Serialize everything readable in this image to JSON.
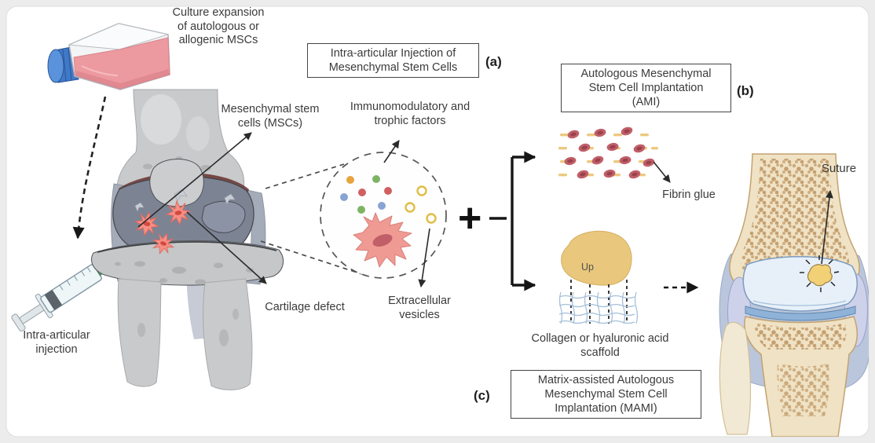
{
  "labels": {
    "culture_expansion": "Culture expansion of autologous or allogenic MSCs",
    "mesenchymal_stem_cells": "Mesenchymal stem cells (MSCs)",
    "immunomodulatory": "Immunomodulatory and trophic factors",
    "cartilage_defect": "Cartilage defect",
    "extracellular_vesicles": "Extracellular vesicles",
    "intra_articular_injection": "Intra-articular injection",
    "fibrin_glue": "Fibrin glue",
    "scaffold_up": "Up",
    "collagen_scaffold": "Collagen or hyaluronic acid scaffold",
    "suture": "Suture"
  },
  "panels": {
    "a": {
      "tag": "(a)",
      "title": "Intra-articular Injection of Mesenchymal Stem Cells"
    },
    "b": {
      "tag": "(b)",
      "title": "Autologous Mesenchymal Stem Cell Implantation (AMI)"
    },
    "c": {
      "tag": "(c)",
      "title": "Matrix-assisted Autologous Mesenchymal Stem Cell Implantation (MAMI)"
    }
  },
  "icons": {
    "plus": "+"
  },
  "colors": {
    "msc_pink": "#f78f85",
    "msc_cell_body": "#ef9a93",
    "cell_red": "#c05f68",
    "fibrin_dash": "#ecc97e",
    "scaffold_tan": "#e9c77c",
    "mesh_blue": "#a6c0da",
    "bone_gray": "#c8cacb",
    "cartilage_slate": "#7c8494",
    "bone_tan": "#f0e2c4",
    "cartilage_blue": "#e7f0f9",
    "capsule_blue": "#b7c4da",
    "patch_yellow": "#f2d176",
    "flask_medium_pink": "#ec9aa0",
    "flask_cap_blue": "#3f79c8",
    "dot_orange": "#e8a33c",
    "dot_green": "#7cb464",
    "dot_red": "#d06060",
    "dot_blue": "#89a3d3",
    "vesicle_yellow": "#e0bd45",
    "arrow_black": "#2b2b2b"
  }
}
